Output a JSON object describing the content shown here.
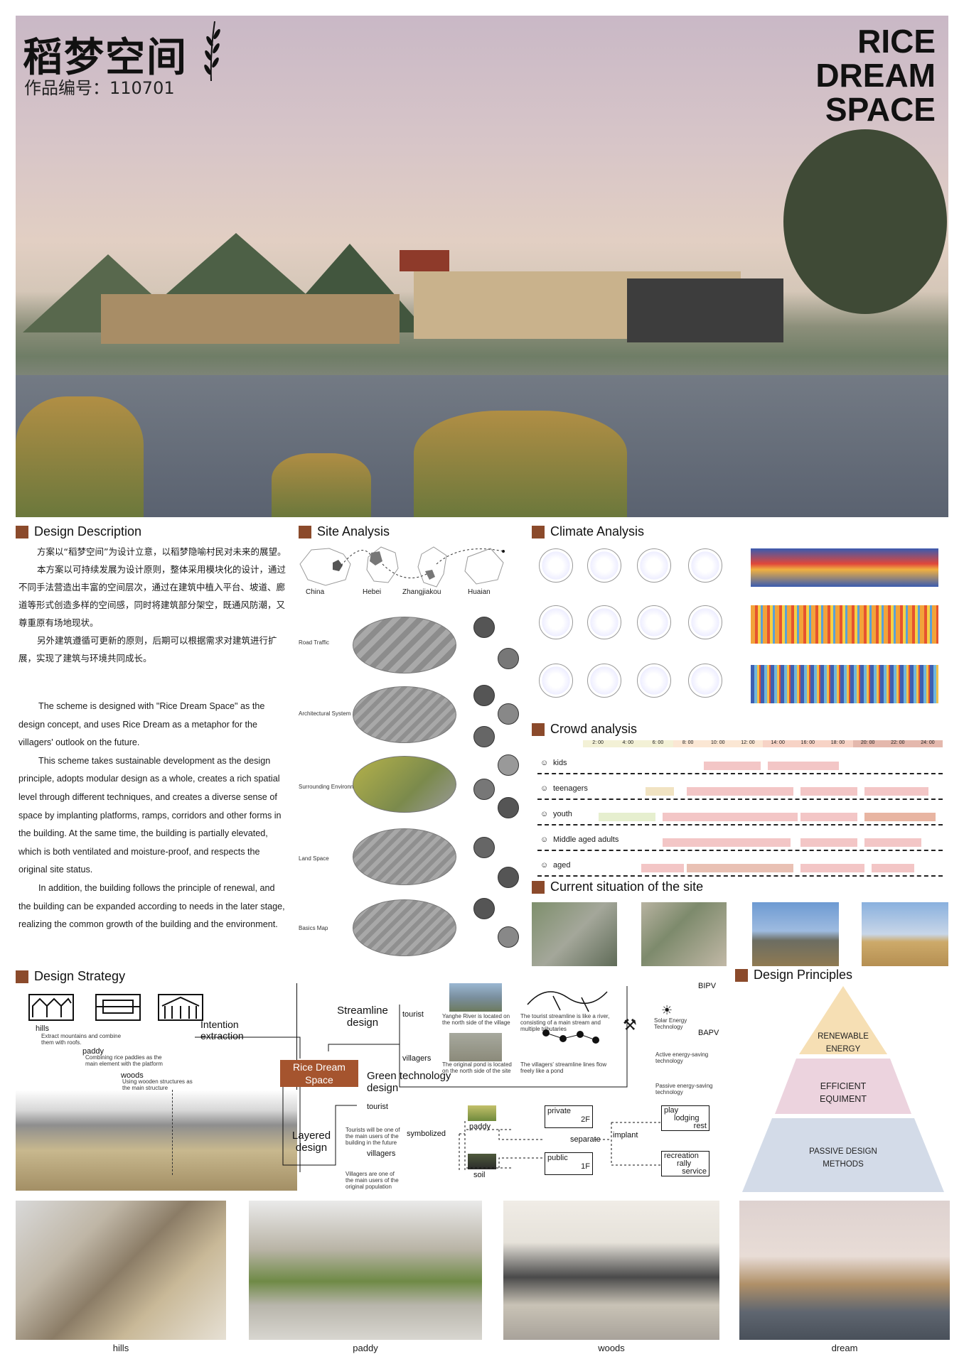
{
  "header": {
    "title_cn": "稻梦空间",
    "work_number": "作品编号：110701",
    "title_en_lines": [
      "RICE",
      "DREAM",
      "SPACE"
    ]
  },
  "design_description": {
    "heading": "Design Description",
    "cn_paragraphs": [
      "方案以“稻梦空间”为设计立意，以稻梦隐喻村民对未来的展望。",
      "本方案以可持续发展为设计原则，整体采用模块化的设计，通过不同手法营造出丰富的空间层次，通过在建筑中植入平台、坡道、廊道等形式创造多样的空间感，同时将建筑部分架空，既通风防潮，又尊重原有场地现状。",
      "另外建筑遵循可更新的原则，后期可以根据需求对建筑进行扩展，实现了建筑与环境共同成长。"
    ],
    "en_paragraphs": [
      "The scheme is designed with \"Rice Dream Space\" as the design concept, and uses Rice Dream as a metaphor for the villagers' outlook on the future.",
      "This scheme takes sustainable development as the design principle, adopts modular design as a whole, creates a rich spatial level through different techniques, and creates a diverse sense of space by implanting platforms, ramps, corridors and other forms in the building. At the same time, the building is partially elevated, which is both ventilated and moisture-proof, and respects the original site status.",
      "In addition, the building follows the principle of renewal, and the building can be expanded according to needs in the later stage, realizing the common growth of the building and the environment."
    ]
  },
  "site_analysis": {
    "heading": "Site Analysis",
    "maps": [
      "China",
      "Hebei",
      "Zhangjiakou",
      "Huaian"
    ],
    "layers": [
      "Road Traffic",
      "Architectural System",
      "Surrounding Environment",
      "Land Space",
      "Basics Map"
    ]
  },
  "climate_analysis": {
    "heading": "Climate Analysis"
  },
  "crowd_analysis": {
    "heading": "Crowd analysis",
    "times": [
      "2: 00",
      "4: 00",
      "6: 00",
      "8: 00",
      "10: 00",
      "12: 00",
      "14: 00",
      "16: 00",
      "18: 00",
      "20: 00",
      "22: 00",
      "24: 00"
    ],
    "groups": [
      "kids",
      "teenagers",
      "youth",
      "Middle aged adults",
      "aged"
    ]
  },
  "current_situation": {
    "heading": "Current situation of the site"
  },
  "design_strategy": {
    "heading": "Design Strategy",
    "items": [
      {
        "label": "hills",
        "note": "Extract mountains and combine them with roofs."
      },
      {
        "label": "paddy",
        "note": "Combining rice paddies as the main element with the platform"
      },
      {
        "label": "woods",
        "note": "Using wooden structures as the main structure"
      }
    ],
    "intention": "Intention extraction",
    "center": "Rice Dream Space",
    "streamline": "Streamline design",
    "green_tech": "Green technology design",
    "layered": "Layered design",
    "tourist": "tourist",
    "villagers": "villagers",
    "stream_notes": [
      "Yanghe River is located on the north side of the village",
      "The tourist streamline is like a river, consisting of a main stream and multiple tributaries",
      "The original pond is located on the north side of the site",
      "The villagers' streamline lines flow freely like a pond"
    ],
    "tourist_note": "Tourists will be one of the main users of the building in the future",
    "villager_note": "Villagers are one of the main users of the original population",
    "symbolized": "symbolized",
    "paddy": "paddy",
    "soil": "soil",
    "private": "private",
    "floor2": "2F",
    "public": "public",
    "floor1": "1F",
    "separate": "separate",
    "implant": "implant",
    "private_uses": [
      "play",
      "lodging",
      "rest"
    ],
    "public_uses": [
      "recreation",
      "rally",
      "service"
    ],
    "bipv": "BIPV",
    "bapv": "BAPV",
    "solar": "Solar Energy Technology",
    "active": "Active energy-saving technology",
    "passive": "Passive energy-saving technology"
  },
  "design_principles": {
    "heading": "Design Principles",
    "levels": [
      {
        "text": "RENEWABLE ENERGY",
        "color": "#f6dfb4"
      },
      {
        "text": "EFFICIENT EQUIMENT",
        "color": "#ecd3de"
      },
      {
        "text": "PASSIVE DESIGN METHODS",
        "color": "#d3dbe8"
      }
    ]
  },
  "bottom_renders": [
    "hills",
    "paddy",
    "woods",
    "dream"
  ],
  "colors": {
    "accent": "#8b4a2b",
    "box_fill": "#a5542e"
  }
}
